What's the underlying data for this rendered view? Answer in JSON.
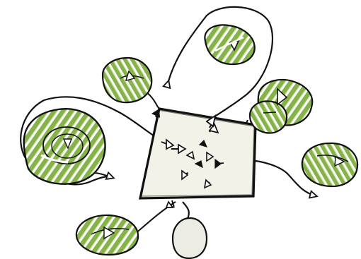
{
  "colors": {
    "ink": "#111111",
    "green": "#86b24a",
    "green_light": "#c9df9f",
    "paper": "#ededdf",
    "light_fill": "#f2f2e8"
  },
  "diagram": {
    "center_shape": "hand-drawn square panel",
    "outer_nodes": [
      {
        "id": "top-right-cell"
      },
      {
        "id": "upper-left-cell"
      },
      {
        "id": "right-cluster-cell"
      },
      {
        "id": "left-large-cell"
      },
      {
        "id": "far-right-cell"
      },
      {
        "id": "bottom-left-cell"
      }
    ],
    "links": [
      {
        "from": "center-panel",
        "to": "top-right-cell"
      },
      {
        "from": "center-panel",
        "to": "right-cluster-cell"
      },
      {
        "from": "upper-left-cell",
        "to": "center-panel"
      },
      {
        "from": "left-large-cell",
        "to": "center-panel"
      },
      {
        "from": "center-panel",
        "to": "far-right-cell"
      },
      {
        "from": "center-panel",
        "to": "bottom-oval"
      }
    ]
  }
}
